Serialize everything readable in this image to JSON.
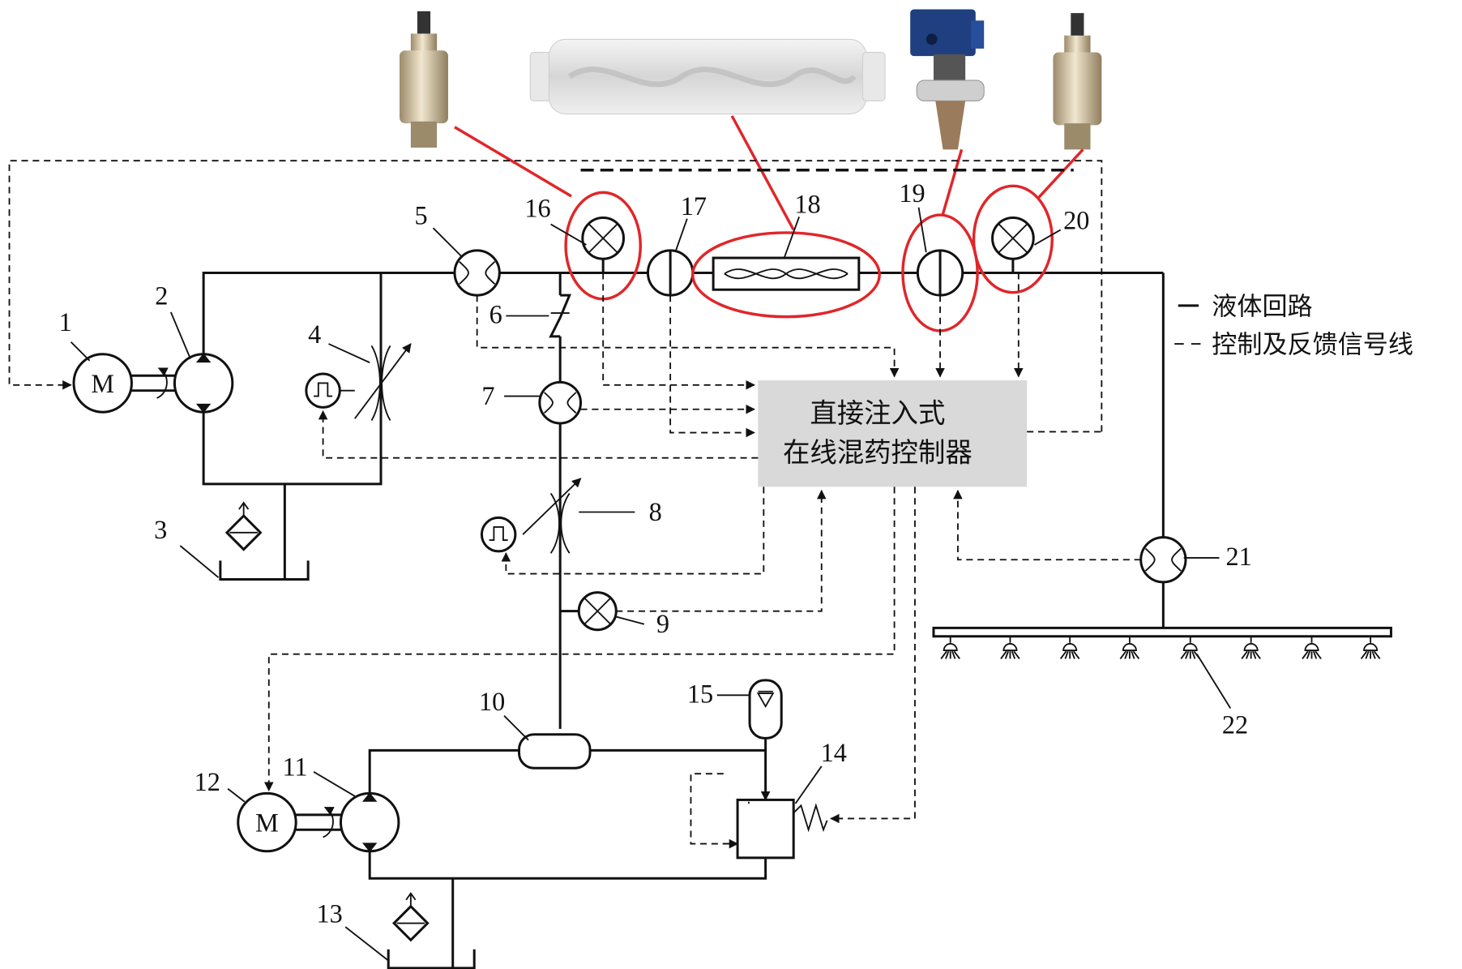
{
  "component_numbers": [
    "1",
    "2",
    "3",
    "4",
    "5",
    "6",
    "7",
    "8",
    "9",
    "10",
    "11",
    "12",
    "13",
    "14",
    "15",
    "16",
    "17",
    "18",
    "19",
    "20",
    "21",
    "22"
  ],
  "motor_label": "M",
  "controller": {
    "line1": "直接注入式",
    "line2": "在线混药控制器"
  },
  "legend": {
    "liquid_loop": "液体回路",
    "signal_line": "控制及反馈信号线"
  },
  "colors": {
    "highlight": "#e0262a",
    "controller_fill": "#d9d9d9",
    "line": "#111111"
  }
}
